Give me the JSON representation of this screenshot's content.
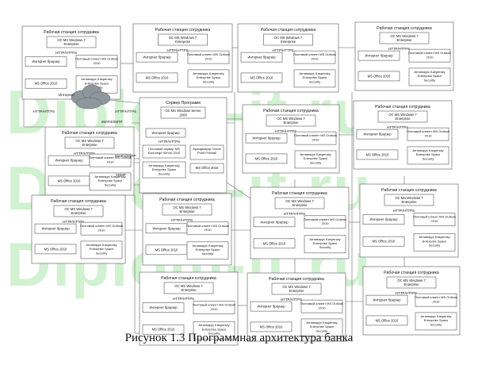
{
  "watermark": {
    "text": "Diplom-it.ru"
  },
  "caption": "Рисунок 1.3 Программная архитектура банка",
  "workstation": {
    "title": "Рабочая станция сотрудника",
    "os": "ОС MS Windows 7 Enterprise",
    "browser": "Интернет браузер",
    "mail": "Почтовый клиент MS Outlook 2010",
    "office": "MS Office 2010",
    "antivirus": "Антивирус Kaspersky Enterprise Space Security"
  },
  "protocols": {
    "http": "HTTP/HTTPS",
    "imap": "IMAP4/SMTP",
    "snmp": "SNMP"
  },
  "internet": "Интернет",
  "server": {
    "title": "Сервер Программ",
    "os": "ОС MS Windows Server 2008",
    "browser": "Интернет браузер",
    "exchange": "Почтовый сервер MS Exchange Server 2010",
    "firewall": "Брандмауэр Check Point Firewall",
    "antivirus": "Антивирус Kaspersky Enterprise Space Security",
    "office": "MS Office 2010"
  }
}
